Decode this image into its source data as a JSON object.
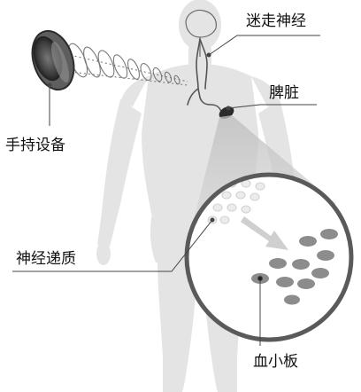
{
  "labels": {
    "vagus_nerve": "迷走神经",
    "spleen": "脾脏",
    "handheld_device": "手持设备",
    "neurotransmitter": "神经递质",
    "platelet": "血小板"
  },
  "colors": {
    "body_silhouette": "#e4e4e4",
    "nerve_line": "#555555",
    "spleen": "#2b2b2b",
    "zoom_cone": "#c8c8c8",
    "zoom_circle_border": "#5a5a5a",
    "platelet": "#8c8c8c",
    "neurotransmitter_dot": "#e6e6e6",
    "callout_line": "#444444",
    "device_body": "#444444"
  },
  "icons": {
    "device": "handheld-stimulator-icon",
    "signal": "signal-waves-icon",
    "arrow": "diffusion-arrow-icon"
  }
}
